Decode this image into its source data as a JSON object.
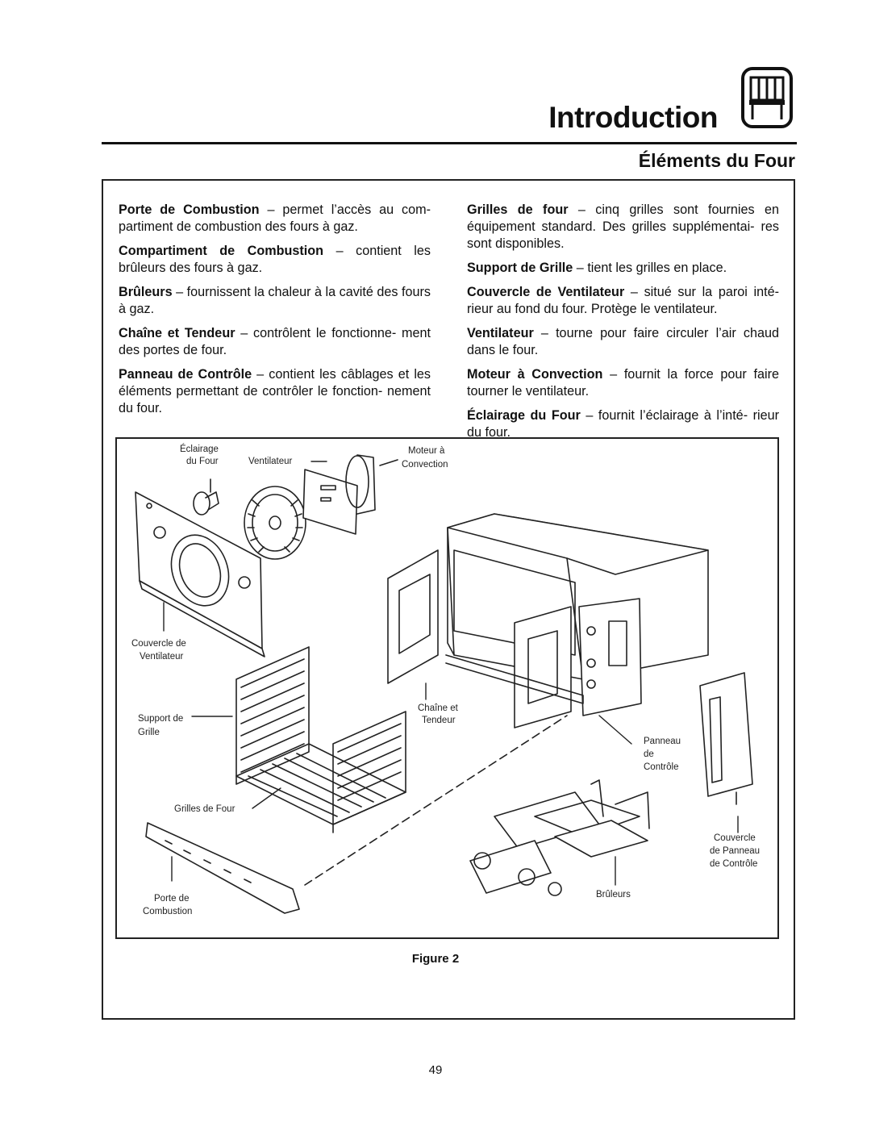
{
  "header": {
    "title": "Introduction",
    "subtitle": "Éléments du Four"
  },
  "left_column": [
    {
      "term": "Porte de Combustion",
      "sep": " – ",
      "desc": "permet l’accès au com- partiment de combustion des fours à gaz."
    },
    {
      "term": "Compartiment de Combustion",
      "sep": " – ",
      "desc": "contient les brûleurs des fours à gaz."
    },
    {
      "term": "Brûleurs",
      "sep": " – ",
      "desc": "fournissent la chaleur à la cavité des fours à gaz."
    },
    {
      "term": "Chaîne et Tendeur",
      "sep": " – ",
      "desc": "contrôlent le fonctionne- ment des portes de four."
    },
    {
      "term": "Panneau de Contrôle",
      "sep": " – ",
      "desc": "contient les câblages et les éléments permettant de contrôler le fonction- nement du four."
    }
  ],
  "right_column": [
    {
      "term": "Grilles de four",
      "sep": " – ",
      "desc": "cinq grilles sont fournies en équipement standard. Des grilles supplémentai- res sont disponibles."
    },
    {
      "term": "Support de Grille",
      "sep": " – ",
      "desc": "tient les grilles en place."
    },
    {
      "term": "Couvercle de Ventilateur",
      "sep": " – ",
      "desc": "situé sur la paroi inté- rieur au fond du four. Protège le ventilateur."
    },
    {
      "term": "Ventilateur",
      "sep": " – ",
      "desc": "tourne pour faire circuler l’air chaud dans le four."
    },
    {
      "term": "Moteur à Convection",
      "sep": " – ",
      "desc": "fournit la force pour faire tourner le ventilateur."
    },
    {
      "term": "Éclairage du Four",
      "sep": " – ",
      "desc": "fournit l’éclairage à l’inté- rieur du four."
    }
  ],
  "figure": {
    "labels": {
      "eclairage_1": "Éclairage",
      "eclairage_2": "du Four",
      "ventilateur": "Ventilateur",
      "moteur_1": "Moteur à",
      "moteur_2": "Convection",
      "couvercle_vent_1": "Couvercle de",
      "couvercle_vent_2": "Ventilateur",
      "chaine_1": "Chaîne et",
      "chaine_2": "Tendeur",
      "support_1": "Support de",
      "support_2": "Grille",
      "panneau_1": "Panneau",
      "panneau_2": "de",
      "panneau_3": "Contrôle",
      "grilles": "Grilles de Four",
      "couv_panneau_1": "Couvercle",
      "couv_panneau_2": "de Panneau",
      "couv_panneau_3": "de Contrôle",
      "porte_1": "Porte de",
      "porte_2": "Combustion",
      "bruleurs": "Brûleurs"
    },
    "caption": "Figure 2"
  },
  "page_number": "49"
}
